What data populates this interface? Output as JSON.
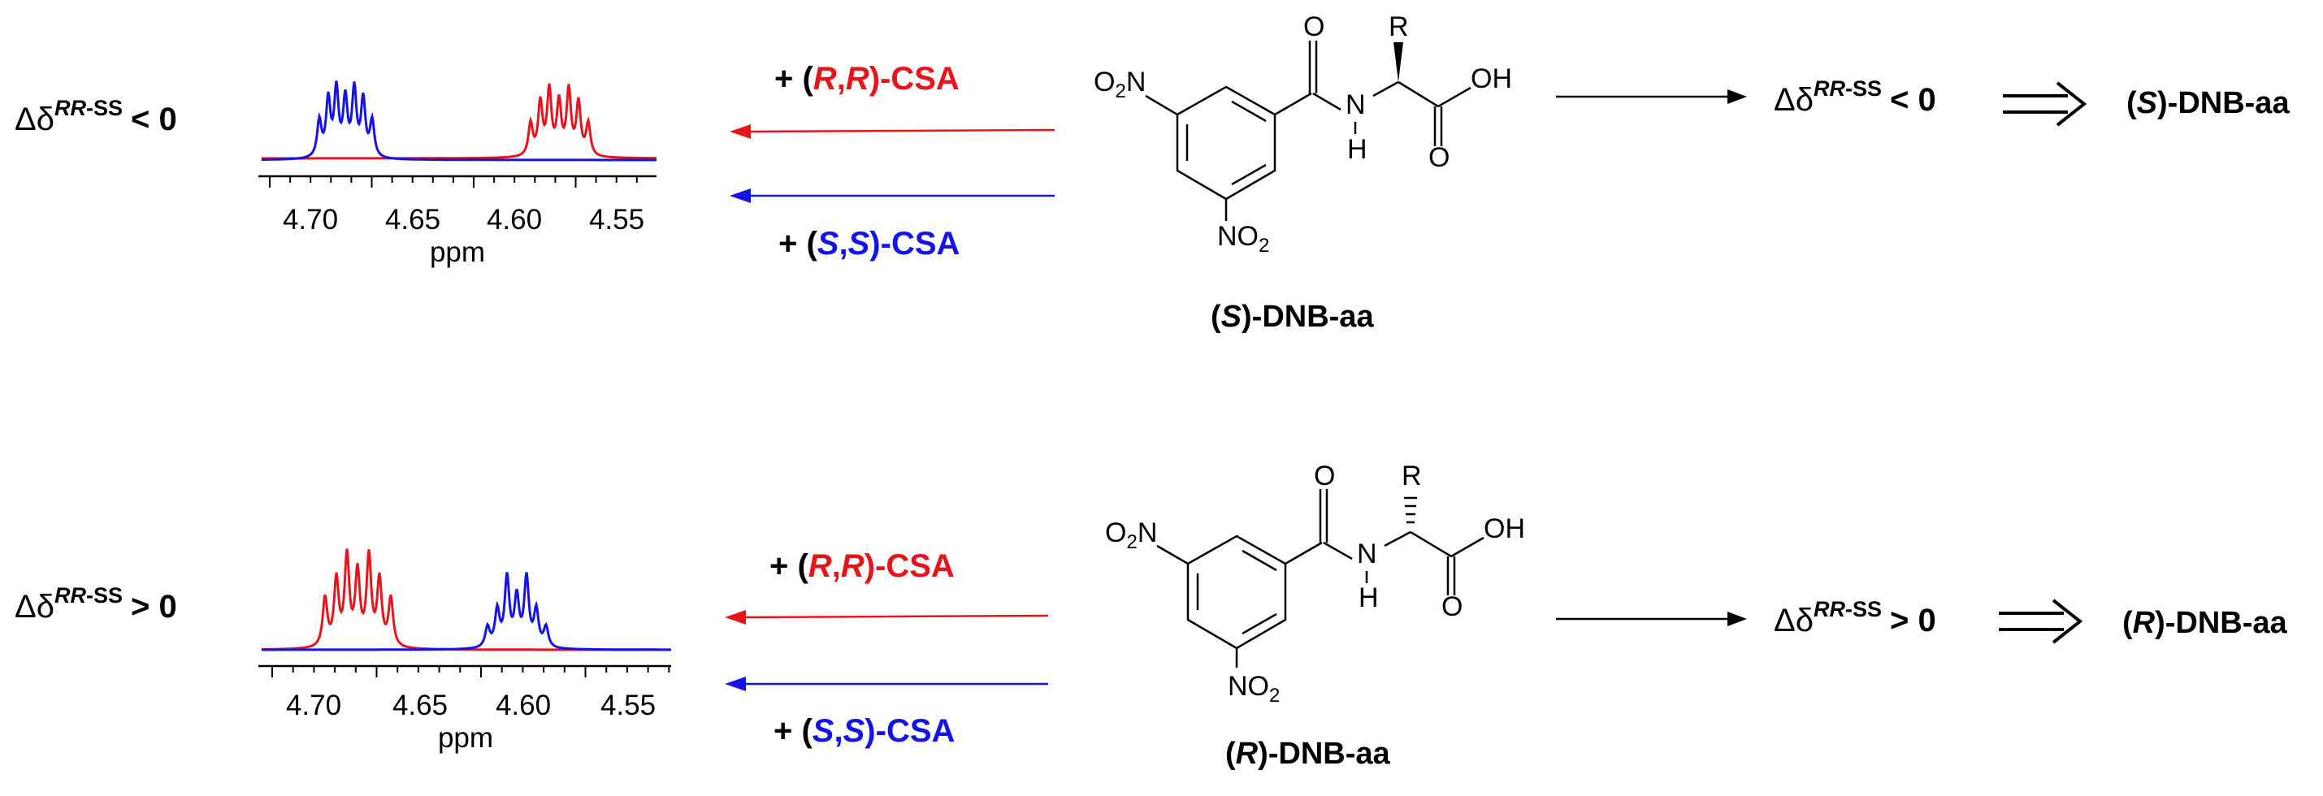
{
  "colors": {
    "rr": "#e8141c",
    "ss": "#1414e6",
    "black": "#000000"
  },
  "axis": {
    "ticks": [
      "4.70",
      "4.65",
      "4.60",
      "4.55"
    ],
    "unit": "ppm"
  },
  "symbols": {
    "delta_big": "Δδ",
    "superscript_rr": "RR",
    "superscript_ss": "-SS"
  },
  "agents": {
    "rr": {
      "plus": "+ (",
      "r1": "R",
      "comma": ",",
      "r2": "R",
      "suffix": ")-CSA"
    },
    "ss": {
      "plus": "+ (",
      "s1": "S",
      "comma": ",",
      "s2": "S",
      "suffix": ")-CSA"
    }
  },
  "structure": {
    "o2n": "O",
    "o2n_sub": "2",
    "o2n_n": "N",
    "no2": "NO",
    "no2_sub": "2",
    "amide_o": "O",
    "nh_n": "N",
    "nh_h": "H",
    "r_group": "R",
    "oh": "OH",
    "acid_o": "O"
  },
  "panels": [
    {
      "id": "top",
      "relation": "< 0",
      "compound_open": "(",
      "compound_config": "S",
      "compound_close": ")-DNB-aa",
      "result_relation": "< 0",
      "result_open": "(",
      "result_config": "S",
      "result_close": ")-DNB-aa"
    },
    {
      "id": "bottom",
      "relation": "> 0",
      "compound_open": "(",
      "compound_config": "R",
      "compound_close": ")-DNB-aa",
      "result_relation": "> 0",
      "result_open": "(",
      "result_config": "R",
      "result_close": ")-DNB-aa"
    }
  ]
}
